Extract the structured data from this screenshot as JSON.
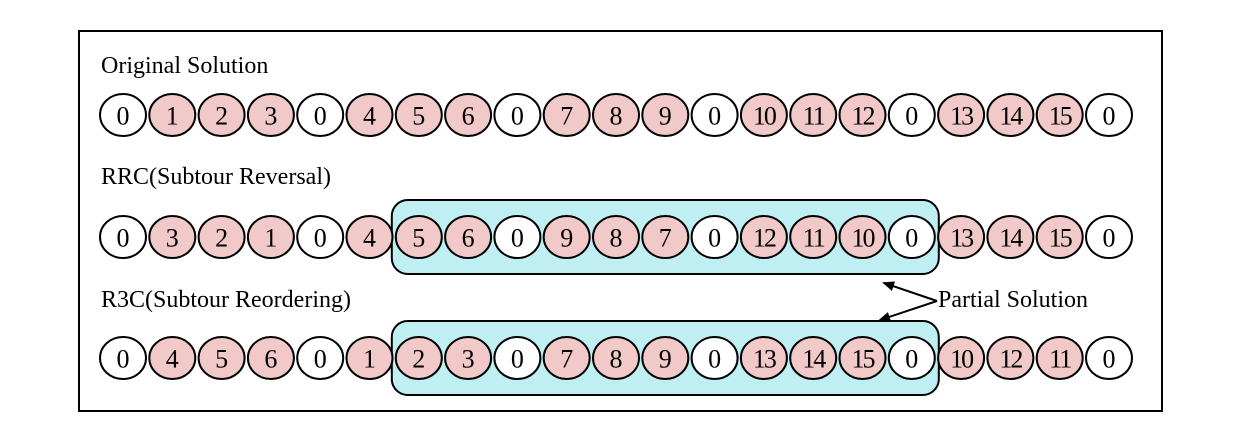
{
  "labels": {
    "original": "Original Solution",
    "rrc": "RRC(Subtour Reversal)",
    "r3c": "R3C(Subtour Reordering)",
    "partial": "Partial Solution"
  },
  "rows": [
    {
      "name": "original",
      "nodes": [
        "0",
        "1",
        "2",
        "3",
        "0",
        "4",
        "5",
        "6",
        "0",
        "7",
        "8",
        "9",
        "0",
        "10",
        "11",
        "12",
        "0",
        "13",
        "14",
        "15",
        "0"
      ],
      "highlight": null
    },
    {
      "name": "rrc",
      "nodes": [
        "0",
        "3",
        "2",
        "1",
        "0",
        "4",
        "5",
        "6",
        "0",
        "9",
        "8",
        "7",
        "0",
        "12",
        "11",
        "10",
        "0",
        "13",
        "14",
        "15",
        "0"
      ],
      "highlight": [
        6,
        16
      ]
    },
    {
      "name": "r3c",
      "nodes": [
        "0",
        "4",
        "5",
        "6",
        "0",
        "1",
        "2",
        "3",
        "0",
        "7",
        "8",
        "9",
        "0",
        "13",
        "14",
        "15",
        "0",
        "10",
        "12",
        "11",
        "0"
      ],
      "highlight": [
        6,
        16
      ]
    }
  ],
  "colors": {
    "depot_fill": "#ffffff",
    "customer_fill": "#f2c9c9",
    "highlight_fill": "#bfeff2",
    "stroke": "#000000"
  }
}
